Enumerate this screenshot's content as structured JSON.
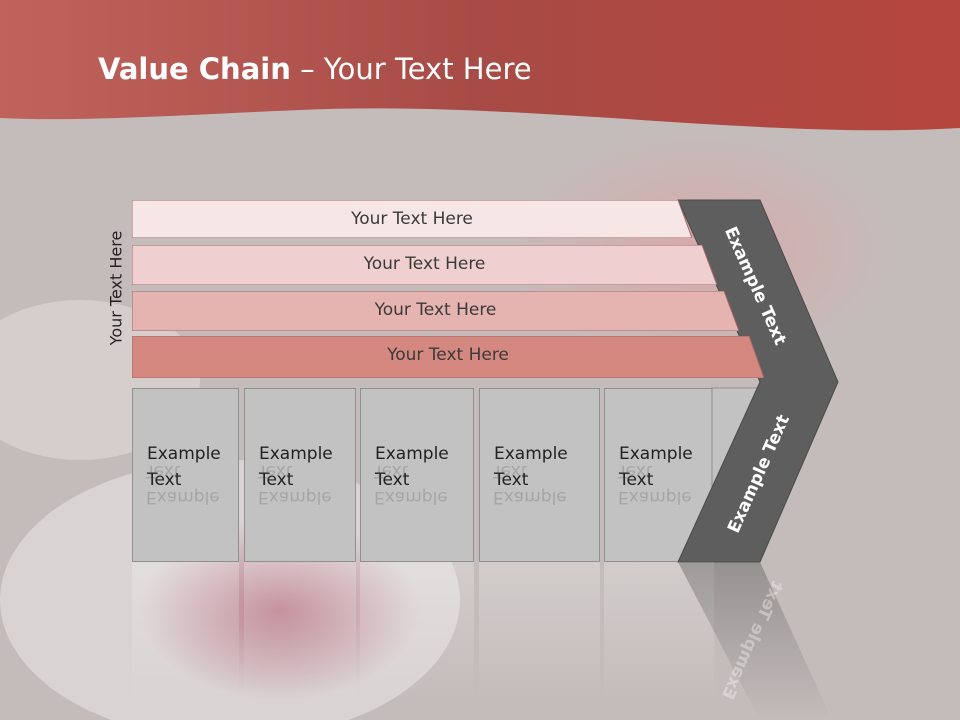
{
  "slide": {
    "title_bold": "Value Chain",
    "title_rest": " – Your Text Here",
    "side_label": "Your Text Here"
  },
  "bars": [
    {
      "label": "Your Text Here",
      "fill": "#f6e6e6"
    },
    {
      "label": "Your Text Here",
      "fill": "#efcfcf"
    },
    {
      "label": "Your Text Here",
      "fill": "#e5b3b0"
    },
    {
      "label": "Your Text Here",
      "fill": "#d48880"
    }
  ],
  "cells": [
    {
      "line1": "Example",
      "line2": "Text"
    },
    {
      "line1": "Example",
      "line2": "Text"
    },
    {
      "line1": "Example",
      "line2": "Text"
    },
    {
      "line1": "Example",
      "line2": "Text"
    },
    {
      "line1": "Example",
      "line2": "Text"
    }
  ],
  "chevron": {
    "upper_label": "Example Text",
    "lower_label": "Example Text",
    "fill": "#5e5e5e"
  },
  "colors": {
    "header": "#b85550",
    "background": "#c9c0bd"
  }
}
